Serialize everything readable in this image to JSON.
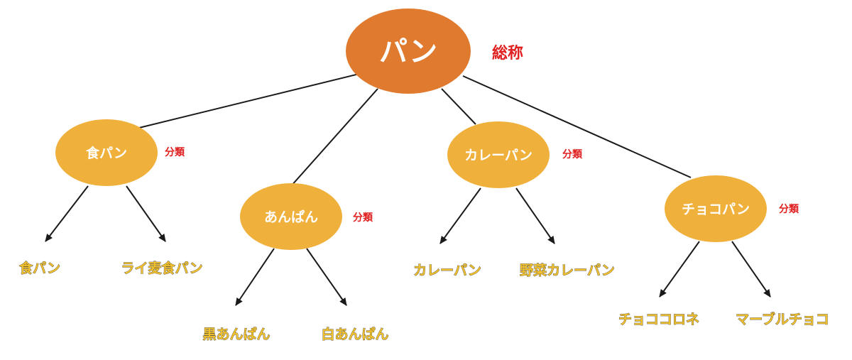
{
  "colors": {
    "root_fill": "#e07a2e",
    "category_fill": "#f0b03c",
    "tag_text": "#e02020",
    "leaf_text": "#f2c12e",
    "line": "#1a1a1a"
  },
  "root": {
    "label": "パン",
    "tag": "総称"
  },
  "categories": [
    {
      "label": "食パン",
      "tag": "分類",
      "children": [
        "食パン",
        "ライ麦食パン"
      ]
    },
    {
      "label": "あんぱん",
      "tag": "分類",
      "children": [
        "黒あんぱん",
        "白あんぱん"
      ]
    },
    {
      "label": "カレーパン",
      "tag": "分類",
      "children": [
        "カレーパン",
        "野菜カレーパン"
      ]
    },
    {
      "label": "チョコパン",
      "tag": "分類",
      "children": [
        "チョココロネ",
        "マーブルチョコ"
      ]
    }
  ]
}
